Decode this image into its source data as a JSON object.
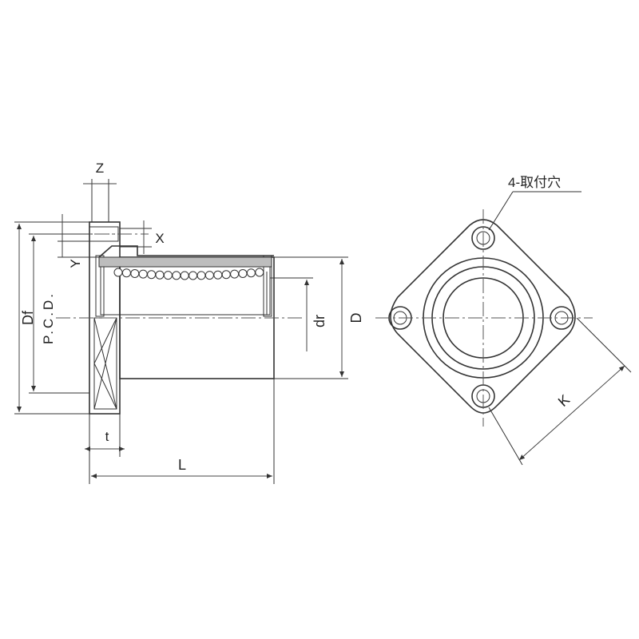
{
  "labels": {
    "z": "Z",
    "x": "X",
    "y": "Y",
    "df": "Df",
    "pcd": "P.C.D.",
    "dr": "dr",
    "d": "D",
    "t": "t",
    "l": "L",
    "k": "K",
    "mounting_holes": "4-取付穴"
  }
}
